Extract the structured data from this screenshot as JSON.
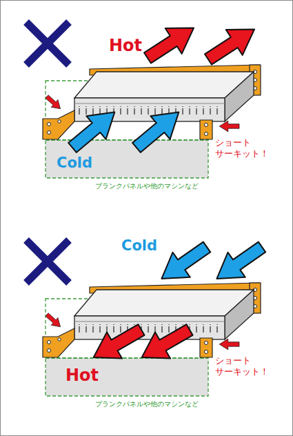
{
  "diagram": {
    "labels": [
      "Hot",
      "Cold",
      "ショート サーキット！",
      "ブランクパネルや他のマシンなど",
      "Cold",
      "Hot",
      "ショート サーキット！",
      "ブランクパネルや他のマシンなど"
    ]
  }
}
